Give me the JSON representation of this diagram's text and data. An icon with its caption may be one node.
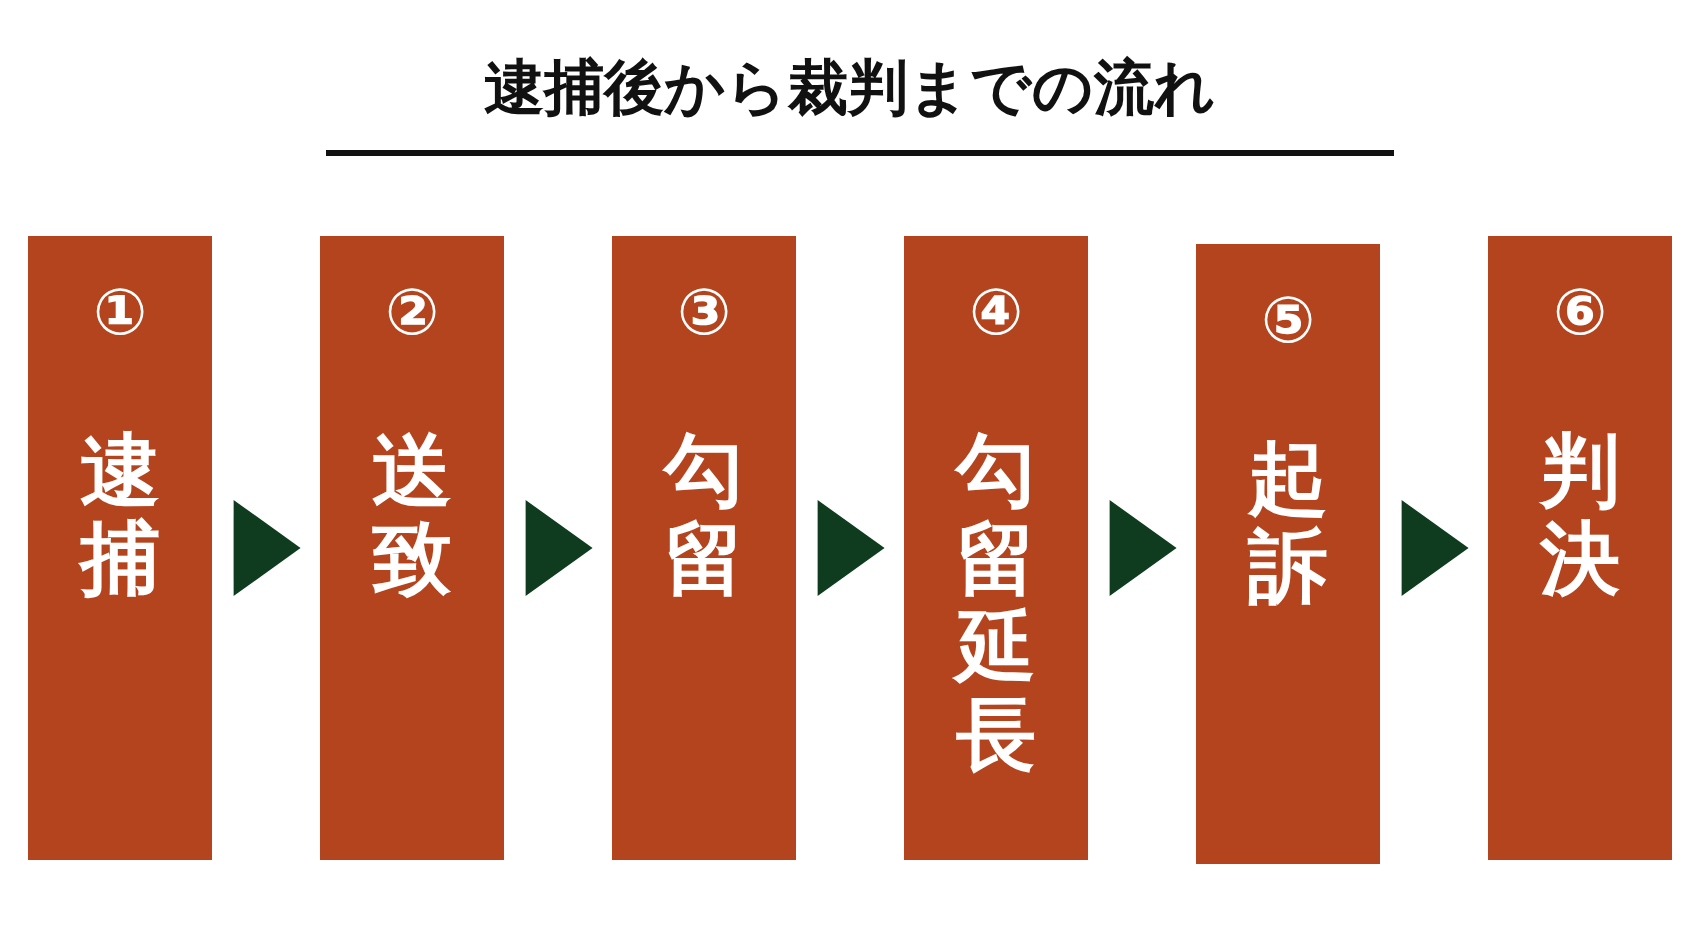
{
  "diagram": {
    "title": "逮捕後から裁判までの流れ",
    "nodes": [
      {
        "text": [
          "①",
          "逮捕"
        ]
      },
      {
        "text": [
          "②",
          "送致"
        ]
      },
      {
        "text": [
          "③",
          "勾留"
        ]
      },
      {
        "text": [
          "④",
          "勾留延長"
        ]
      },
      {
        "text": [
          "⑤",
          "起訴"
        ]
      },
      {
        "text": [
          "⑥",
          "判決"
        ]
      }
    ],
    "edges": [
      {
        "from": 0,
        "to": 1,
        "arrow": "to"
      },
      {
        "from": 1,
        "to": 2,
        "arrow": "to"
      },
      {
        "from": 2,
        "to": 3,
        "arrow": "to"
      },
      {
        "from": 3,
        "to": 4,
        "arrow": "to"
      },
      {
        "from": 4,
        "to": 5,
        "arrow": "to"
      }
    ]
  }
}
